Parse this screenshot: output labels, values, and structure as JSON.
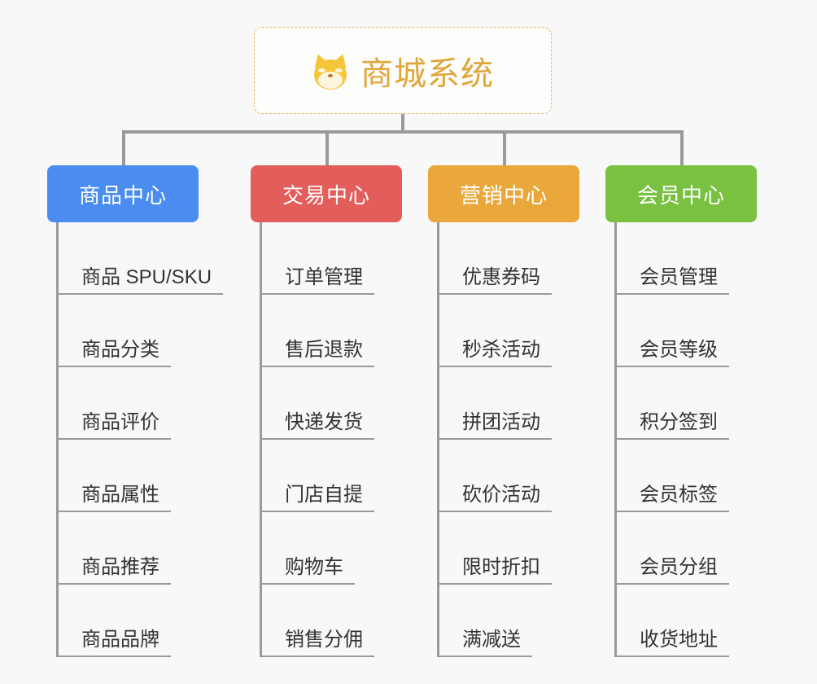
{
  "diagram": {
    "background_color": "#f8f8f8",
    "connector_color": "#9a9a9a",
    "root": {
      "title": "商城系统",
      "icon": "dog-face-emoji",
      "emoji": "🐶",
      "text_color": "#e0a63a",
      "border_color": "#e6b85c",
      "background_color": "#fdfdfc"
    },
    "columns": [
      {
        "name": "product-center",
        "label": "商品中心",
        "color": "#4a8cf0",
        "items": [
          "商品 SPU/SKU",
          "商品分类",
          "商品评价",
          "商品属性",
          "商品推荐",
          "商品品牌"
        ]
      },
      {
        "name": "trade-center",
        "label": "交易中心",
        "color": "#e35d5b",
        "items": [
          "订单管理",
          "售后退款",
          "快递发货",
          "门店自提",
          "购物车",
          "销售分佣"
        ]
      },
      {
        "name": "marketing-center",
        "label": "营销中心",
        "color": "#eaa83c",
        "items": [
          "优惠券码",
          "秒杀活动",
          "拼团活动",
          "砍价活动",
          "限时折扣",
          "满减送"
        ]
      },
      {
        "name": "member-center",
        "label": "会员中心",
        "color": "#7ac142",
        "items": [
          "会员管理",
          "会员等级",
          "积分签到",
          "会员标签",
          "会员分组",
          "收货地址"
        ]
      }
    ]
  }
}
